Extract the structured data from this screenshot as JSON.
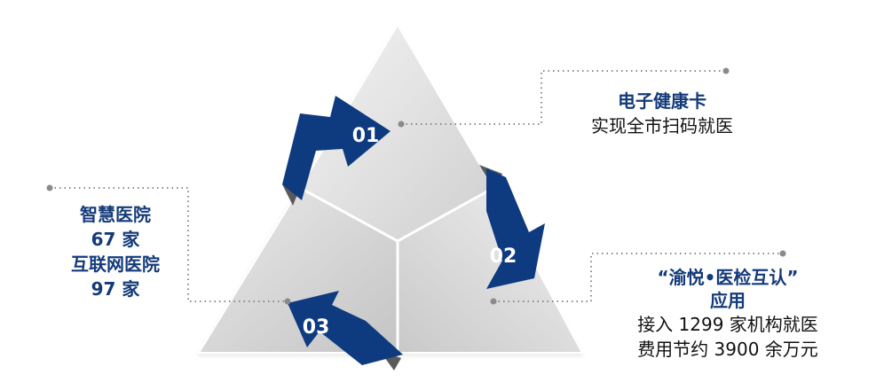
{
  "steps": [
    {
      "number": "01"
    },
    {
      "number": "02"
    },
    {
      "number": "03"
    }
  ],
  "callout_top_right": {
    "title": "电子健康卡",
    "desc": "实现全市扫码就医"
  },
  "callout_left": {
    "line1": "智慧医院",
    "line2": "67 家",
    "line3": "互联网医院",
    "line4": "97 家"
  },
  "callout_bottom_right": {
    "title1": "“渝悦•医检互认”",
    "title2": "应用",
    "desc1": "接入 1299 家机构就医",
    "desc2": "费用节约 3900 余万元"
  },
  "colors": {
    "arrow_blue": "#0e3a80",
    "text_blue": "#143a7a",
    "dotted_line": "#8a8a8a",
    "triangle_light": "#e6e6e6",
    "triangle_mid": "#cfcfcf",
    "shadow_dark": "#555555"
  }
}
